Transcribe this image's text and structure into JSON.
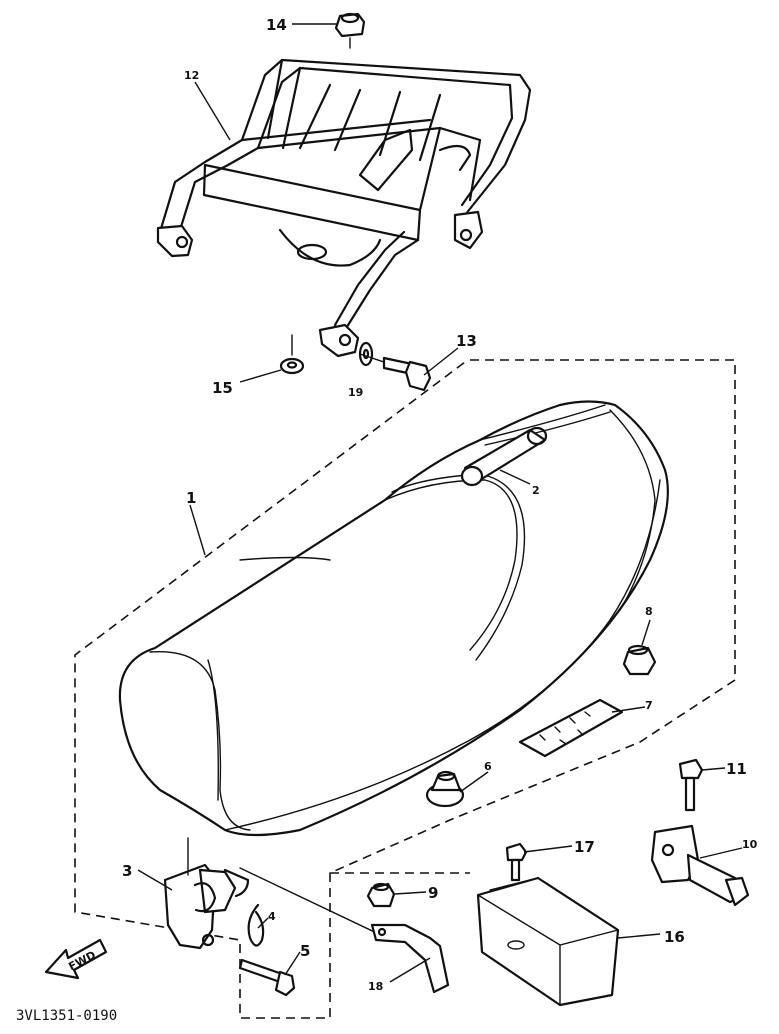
{
  "diagram_code": "3VL1351-0190",
  "fwd_label": "FWD",
  "callouts": [
    {
      "id": "1",
      "label": "1"
    },
    {
      "id": "2",
      "label": "2"
    },
    {
      "id": "3",
      "label": "3"
    },
    {
      "id": "4",
      "label": "4"
    },
    {
      "id": "5",
      "label": "5"
    },
    {
      "id": "6",
      "label": "6"
    },
    {
      "id": "7",
      "label": "7"
    },
    {
      "id": "8",
      "label": "8"
    },
    {
      "id": "9",
      "label": "9"
    },
    {
      "id": "10",
      "label": "10"
    },
    {
      "id": "11",
      "label": "11"
    },
    {
      "id": "12",
      "label": "12"
    },
    {
      "id": "13",
      "label": "13"
    },
    {
      "id": "14",
      "label": "14"
    },
    {
      "id": "15",
      "label": "15"
    },
    {
      "id": "16",
      "label": "16"
    },
    {
      "id": "17",
      "label": "17"
    },
    {
      "id": "18",
      "label": "18"
    },
    {
      "id": "19",
      "label": "19"
    }
  ]
}
